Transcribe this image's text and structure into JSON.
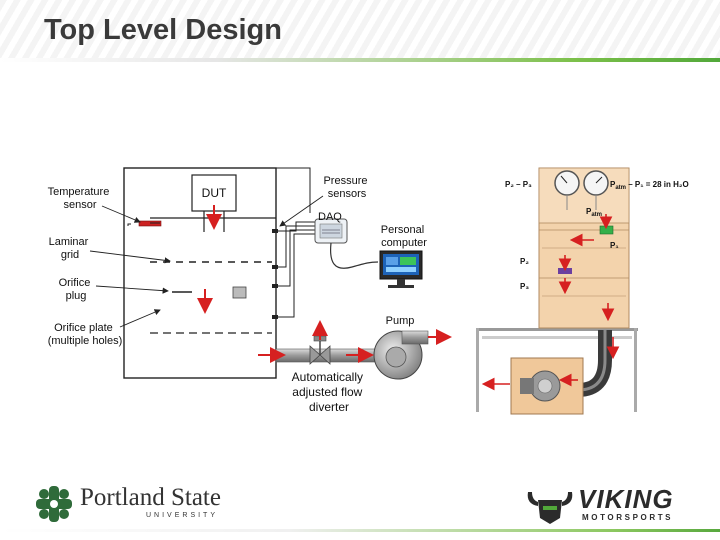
{
  "header": {
    "title": "Top Level Design"
  },
  "schematic": {
    "labels": {
      "temperature_sensor_line1": "Temperature",
      "temperature_sensor_line2": "sensor",
      "laminar_grid_line1": "Laminar",
      "laminar_grid_line2": "grid",
      "orifice_plug_line1": "Orifice",
      "orifice_plug_line2": "plug",
      "orifice_plate_line1": "Orifice plate",
      "orifice_plate_line2": "(multiple holes)",
      "dut": "DUT",
      "pressure_sensors_line1": "Pressure",
      "pressure_sensors_line2": "sensors",
      "daq": "DAQ",
      "personal_computer_line1": "Personal",
      "personal_computer_line2": "computer",
      "pump": "Pump",
      "diverter_line1": "Automatically",
      "diverter_line2": "adjusted flow",
      "diverter_line3": "diverter"
    }
  },
  "render": {
    "labels": {
      "p2_minus_p3": "P₂ – P₃",
      "patm_minus_p1_prefix": "P",
      "patm_minus_p1_sub": "atm",
      "patm_minus_p1_rest": " – P₁ = 28 in H₂O",
      "patm_prefix": "P",
      "patm_sub": "atm",
      "p1": "P₁",
      "p2": "P₂",
      "p3": "P₃"
    }
  },
  "footer": {
    "psu_name": "Portland State",
    "psu_sub": "UNIVERSITY",
    "viking_name": "VIKING",
    "viking_sub": "MOTORSPORTS"
  },
  "colors": {
    "arrow": "#d62020",
    "panel_wood": "#f3d3ac",
    "accent_green": "#52a83a",
    "psu_green": "#2f6b3a"
  }
}
